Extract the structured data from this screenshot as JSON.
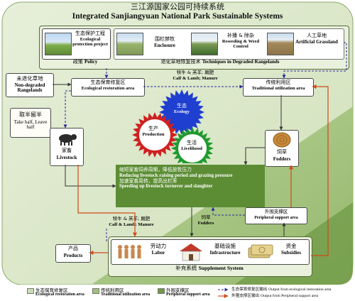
{
  "title_cn": "三江源国家公园可持续系统",
  "title_en": "Integrated Sanjiangyuan National Park Sustainable Systems",
  "policy": {
    "cn": "政策",
    "en": "Policy",
    "item_cn": "生态保护工程",
    "item_en": "Ecological protection project"
  },
  "techniques": {
    "cn": "退化草地恢复技术",
    "en": "Techniques in Degraded Rangelands",
    "items": [
      {
        "cn": "围栏禁牧",
        "en": "Enclosure"
      },
      {
        "cn": "补播 & 除杂",
        "en": "Reseeding & Weed Control"
      },
      {
        "cn": "人工草地",
        "en": "Artificial Grassland"
      }
    ]
  },
  "non_degraded": {
    "cn": "未退化草地",
    "en": "Non-degraded Rangelands"
  },
  "take_half": {
    "cn": "取半留半",
    "en": "Take half, Leave half"
  },
  "ecological_area": {
    "cn": "生态保育修复区",
    "en": "Ecological restoration area"
  },
  "traditional_area": {
    "cn": "传统利用区",
    "en": "Traditional utilization area"
  },
  "peripheral_area": {
    "cn": "外围支撑区",
    "en": "Peripheral support area"
  },
  "flows": {
    "calf_manure_top": {
      "cn": "犊牛 & 羔羊; 厩肥",
      "en": "Calf & Lamb; Manure"
    },
    "calf_manure_bottom": {
      "cn": "犊牛 & 羔羊; 厩肥",
      "en": "Calf & Lamb: Manure"
    },
    "fodders": {
      "cn": "饲草",
      "en": "Fodders"
    }
  },
  "circles": {
    "ecology": {
      "cn": "生态",
      "en": "Ecology"
    },
    "production": {
      "cn": "生产",
      "en": "Production"
    },
    "livelihood": {
      "cn": "生活",
      "en": "Livelihood"
    }
  },
  "livestock": {
    "cn": "家畜",
    "en": "Livestock"
  },
  "fodders_box": {
    "cn": "饲草",
    "en": "Fodders"
  },
  "strategy": {
    "line1_cn": "缩短家畜饲养周期，降低放牧压力",
    "line1_en": "Reducing livestock raising period and grazing pressure",
    "line2_cn": "加速家畜周转，提高出栏率",
    "line2_en": "Speeding up livestock turnover and slaughter"
  },
  "products": {
    "cn": "产品",
    "en": "Products"
  },
  "supplement": {
    "cn": "补充系统",
    "en": "Supplement System",
    "labor": {
      "cn": "劳动力",
      "en": "Labor"
    },
    "infrastructure": {
      "cn": "基础设施",
      "en": "Infrastructure"
    },
    "subsidies": {
      "cn": "资金",
      "en": "Subsidies"
    }
  },
  "legend": {
    "eco_cn": "生态保育修复区",
    "eco_en": "Ecological restoration area",
    "trad_cn": "传统利用区",
    "trad_en": "Traditional utilization area",
    "peri_cn": "外围支撑区",
    "peri_en": "Peripheral support area",
    "out_eco_cn": "生态保育修复区输出",
    "out_eco_en": "Output from ecological restoration area",
    "out_peri_cn": "外围支撑区输出",
    "out_peri_en": "Output from Peripheral support area"
  },
  "colors": {
    "eco_area": "#c9dcb4",
    "trad_area": "#9fc07c",
    "peri_area": "#6f9a45",
    "eco_arrow": "#2a2a9a",
    "peri_arrow": "#d04a1a"
  }
}
